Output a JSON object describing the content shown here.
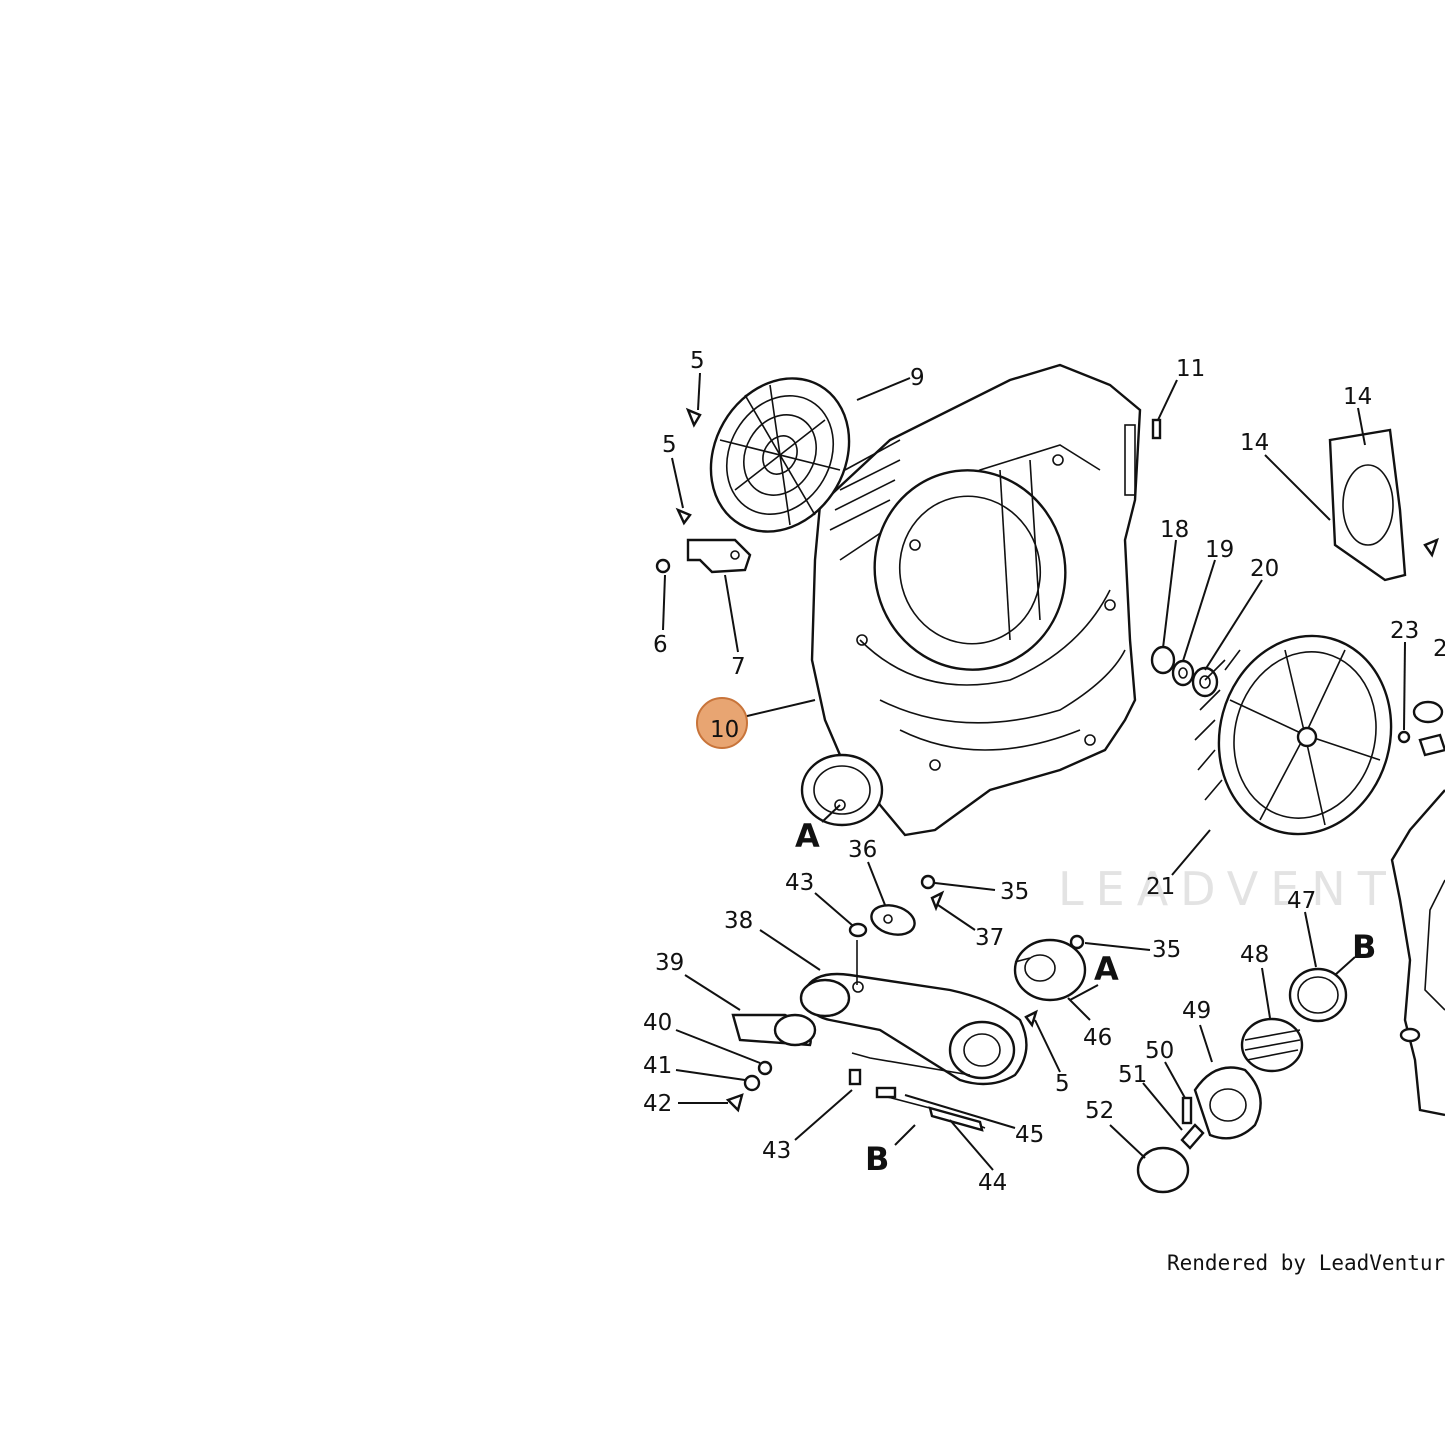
{
  "colors": {
    "highlight": "#e8a572",
    "highlight_border": "#c8743a",
    "ink": "#111111",
    "watermark": "#e3e3e3"
  },
  "footer_text": "Rendered by LeadVenture, In",
  "watermark_text": "LEADVENT",
  "highlighted_callout": "10",
  "callouts": {
    "c5a": "5",
    "c9": "9",
    "c11": "11",
    "c14a": "14",
    "c14b": "14",
    "c5b": "5",
    "c6": "6",
    "c7": "7",
    "c10": "10",
    "c18": "18",
    "c19": "19",
    "c20": "20",
    "c23": "23",
    "c2x": "2",
    "c21": "21",
    "cA1": "A",
    "c36": "36",
    "c43a": "43",
    "c35a": "35",
    "c37": "37",
    "c38": "38",
    "c35b": "35",
    "cA2": "A",
    "c47": "47",
    "cB1": "B",
    "c48": "48",
    "c39": "39",
    "c40": "40",
    "c41": "41",
    "c42": "42",
    "c46": "46",
    "c49": "49",
    "c5c": "5",
    "c50": "50",
    "c51": "51",
    "c45": "45",
    "c52": "52",
    "c43b": "43",
    "cB2": "B",
    "c44": "44"
  }
}
